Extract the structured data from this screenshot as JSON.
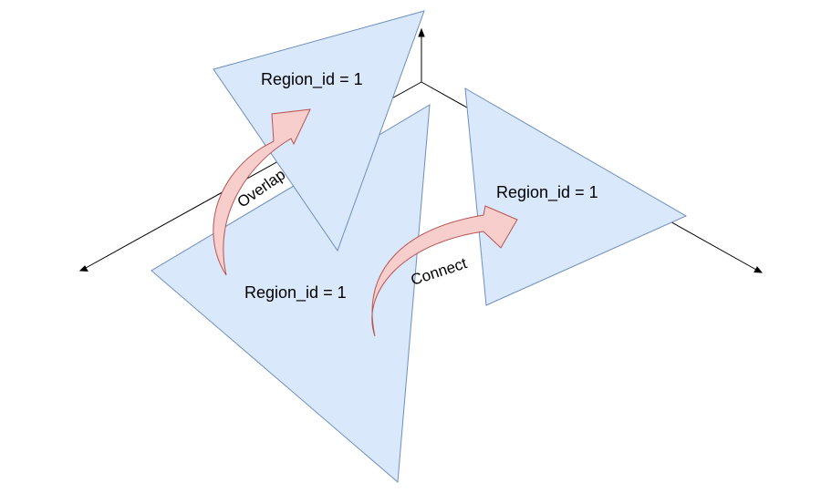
{
  "colors": {
    "region_fill": "#dae8fc",
    "region_stroke": "#6c8ebf",
    "arrow_fill": "#f8cecc",
    "arrow_stroke": "#b85450",
    "axis": "#000000"
  },
  "regions": {
    "top_left": {
      "label": "Region_id = 1"
    },
    "right": {
      "label": "Region_id = 1"
    },
    "bottom": {
      "label": "Region_id = 1"
    }
  },
  "arrows": {
    "overlap": {
      "label": "Overlap"
    },
    "connect": {
      "label": "Connect"
    }
  }
}
